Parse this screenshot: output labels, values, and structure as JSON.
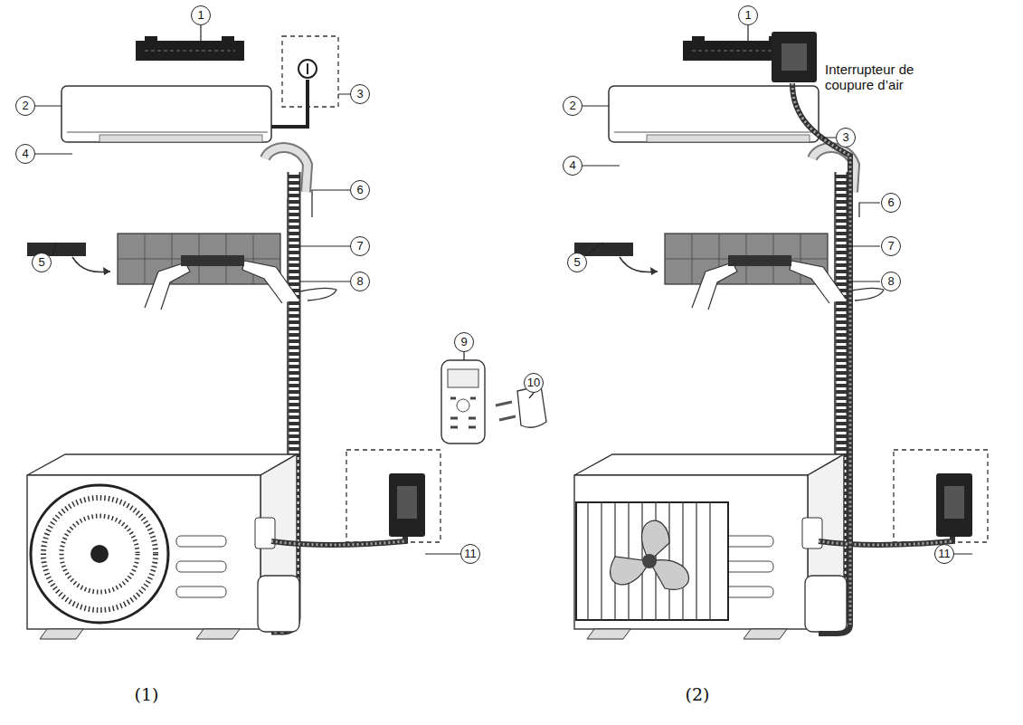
{
  "diagram": {
    "labels": [
      "1",
      "2",
      "3",
      "4",
      "5",
      "6",
      "7",
      "8",
      "9",
      "10",
      "11",
      "1",
      "Interrupteur de coupure d’air",
      "2",
      "3",
      "4",
      "5",
      "6",
      "7",
      "8",
      "11",
      "(1)",
      "(2)"
    ]
  }
}
